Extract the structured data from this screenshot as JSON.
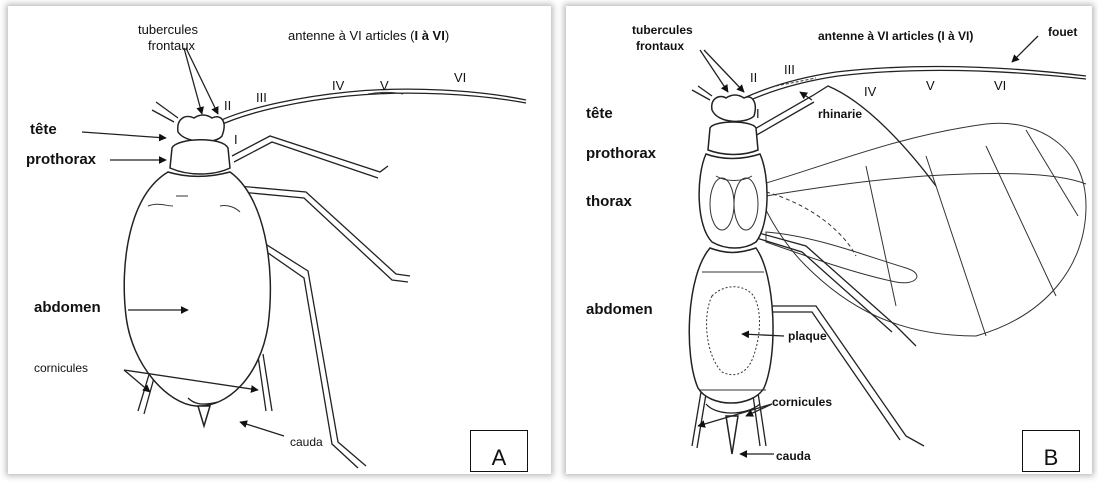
{
  "panel_a": {
    "letter": "A",
    "labels": {
      "tubercules": "tubercules",
      "frontaux": "frontaux",
      "antenne": "antenne à VI articles (",
      "antenne_bold": "I à VI",
      "antenne_end": ")",
      "seg_I": "I",
      "seg_II": "II",
      "seg_III": "III",
      "seg_IV": "IV",
      "seg_V": "V",
      "seg_VI": "VI",
      "tete": "tête",
      "prothorax": "prothorax",
      "abdomen": "abdomen",
      "cornicules": "cornicules",
      "cauda": "cauda"
    }
  },
  "panel_b": {
    "letter": "B",
    "labels": {
      "tubercules": "tubercules",
      "frontaux": "frontaux",
      "antenne": "antenne à VI articles (I à VI)",
      "fouet": "fouet",
      "seg_I": "I",
      "seg_II": "II",
      "seg_III": "III",
      "seg_IV": "IV",
      "seg_V": "V",
      "seg_VI": "VI",
      "rhinarie": "rhinarie",
      "tete": "tête",
      "prothorax": "prothorax",
      "thorax": "thorax",
      "abdomen": "abdomen",
      "plaque": "plaque",
      "cornicules": "cornicules",
      "cauda": "cauda"
    }
  }
}
